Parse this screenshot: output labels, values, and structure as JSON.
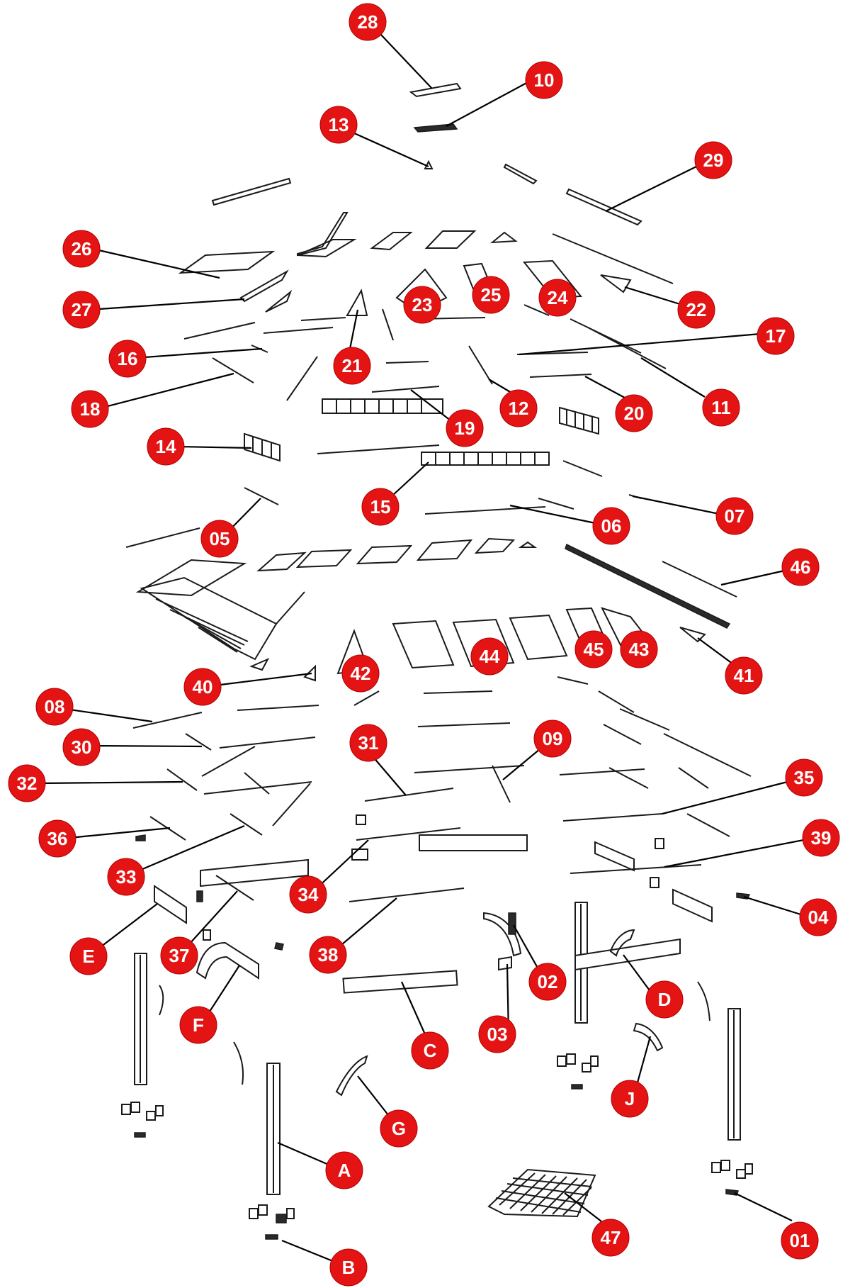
{
  "callouts": {
    "c28": "28",
    "c10": "10",
    "c13": "13",
    "c29": "29",
    "c26": "26",
    "c27": "27",
    "c23": "23",
    "c25": "25",
    "c24": "24",
    "c22": "22",
    "c21": "21",
    "c17": "17",
    "c16": "16",
    "c11": "11",
    "c18": "18",
    "c12": "12",
    "c20": "20",
    "c19": "19",
    "c14": "14",
    "c15": "15",
    "c07": "07",
    "c05": "05",
    "c06": "06",
    "c46": "46",
    "c42": "42",
    "c44": "44",
    "c45": "45",
    "c43": "43",
    "c41": "41",
    "c40": "40",
    "c08": "08",
    "c31": "31",
    "c09": "09",
    "c30": "30",
    "c35": "35",
    "c32": "32",
    "c36": "36",
    "c39": "39",
    "c33": "33",
    "c34": "34",
    "c04": "04",
    "c38": "38",
    "cE": "E",
    "c37": "37",
    "c02": "02",
    "cD": "D",
    "cF": "F",
    "cC": "C",
    "c03": "03",
    "cJ": "J",
    "cG": "G",
    "cA": "A",
    "c47": "47",
    "c01": "01",
    "cB": "B"
  },
  "colors": {
    "callout_fill": "#e41414",
    "callout_text": "#ffffff",
    "line_art": "#1a1a1a"
  }
}
